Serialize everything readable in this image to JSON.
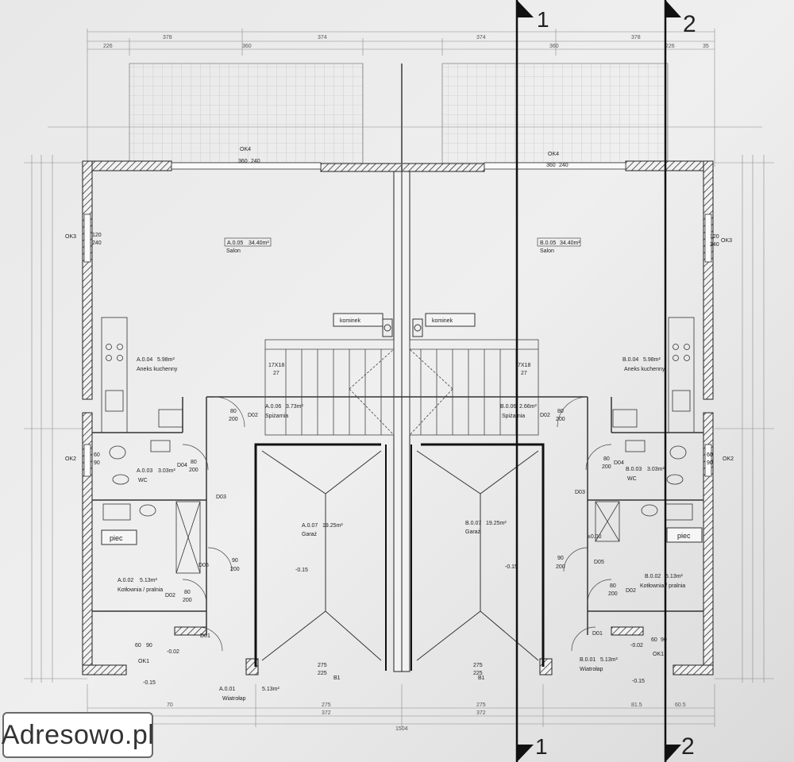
{
  "section_markers": {
    "left": "1",
    "right": "2"
  },
  "top_dims": [
    "378",
    "374",
    "374",
    "378",
    "226",
    "360",
    "360",
    "226",
    "35"
  ],
  "bottom_dims": [
    "275",
    "275",
    "372",
    "372",
    "1504",
    "81.5",
    "60.5",
    "70"
  ],
  "windows": {
    "ok4_left": "OK4",
    "ok4_right": "OK4",
    "ok4_dims": [
      "360",
      "240"
    ],
    "ok3_left": "OK3",
    "ok3_right": "OK3",
    "ok3_dims": [
      "120",
      "240"
    ],
    "ok2_left": "OK2",
    "ok2_right": "OK2",
    "ok2_dims": [
      "60",
      "90"
    ],
    "ok1_left": "OK1",
    "ok1_right": "OK1",
    "ok1_dims": [
      "60",
      "90"
    ]
  },
  "rooms_left": [
    {
      "code": "A.0.05",
      "area": "34.40m²",
      "name": "Salon"
    },
    {
      "code": "A.0.04",
      "area": "5.98m²",
      "name": "Aneks kuchenny"
    },
    {
      "code": "A.0.06",
      "area": "3.73m²",
      "name": "Spiżarnia"
    },
    {
      "code": "A.0.03",
      "area": "3.03m²",
      "name": "WC"
    },
    {
      "code": "A.0.07",
      "area": "19.25m²",
      "name": "Garaż"
    },
    {
      "code": "A.0.02",
      "area": "5.13m²",
      "name": "Kotłownia / pralnia"
    },
    {
      "code": "A.0.01",
      "area": "5.13m²",
      "name": "Wiatrołap"
    }
  ],
  "rooms_right": [
    {
      "code": "B.0.05",
      "area": "34.40m²",
      "name": "Salon"
    },
    {
      "code": "B.0.04",
      "area": "5.98m²",
      "name": "Aneks kuchenny"
    },
    {
      "code": "B.0.06",
      "area": "2.66m²",
      "name": "Spiżarnia"
    },
    {
      "code": "B.0.03",
      "area": "3.03m²",
      "name": "WC"
    },
    {
      "code": "B.0.07",
      "area": "19.25m²",
      "name": "Garaż"
    },
    {
      "code": "B.0.02",
      "area": "5.13m²",
      "name": "Kotłownia / pralnia"
    },
    {
      "code": "B.0.01",
      "area": "5.13m²",
      "name": "Wiatrołap"
    }
  ],
  "fireplace": "kominek",
  "furnace": "piec",
  "stairs_left": {
    "steps": "17X18",
    "count": "27"
  },
  "stairs_right": {
    "steps": "7X18",
    "count": "27"
  },
  "doors": {
    "d02": "D02",
    "d03": "D03",
    "d04": "D04",
    "d05": "D05",
    "d01": "D01",
    "w80": "80",
    "h200": "200",
    "w90": "90",
    "w60": "60"
  },
  "levels": {
    "garage": "-0.15",
    "entry": "-0.02",
    "outside": "-0.15",
    "kot": "±0.00"
  },
  "garage_door": {
    "dims": [
      "275",
      "225"
    ],
    "label": "B1"
  },
  "watermark": "Adresowo.pl"
}
